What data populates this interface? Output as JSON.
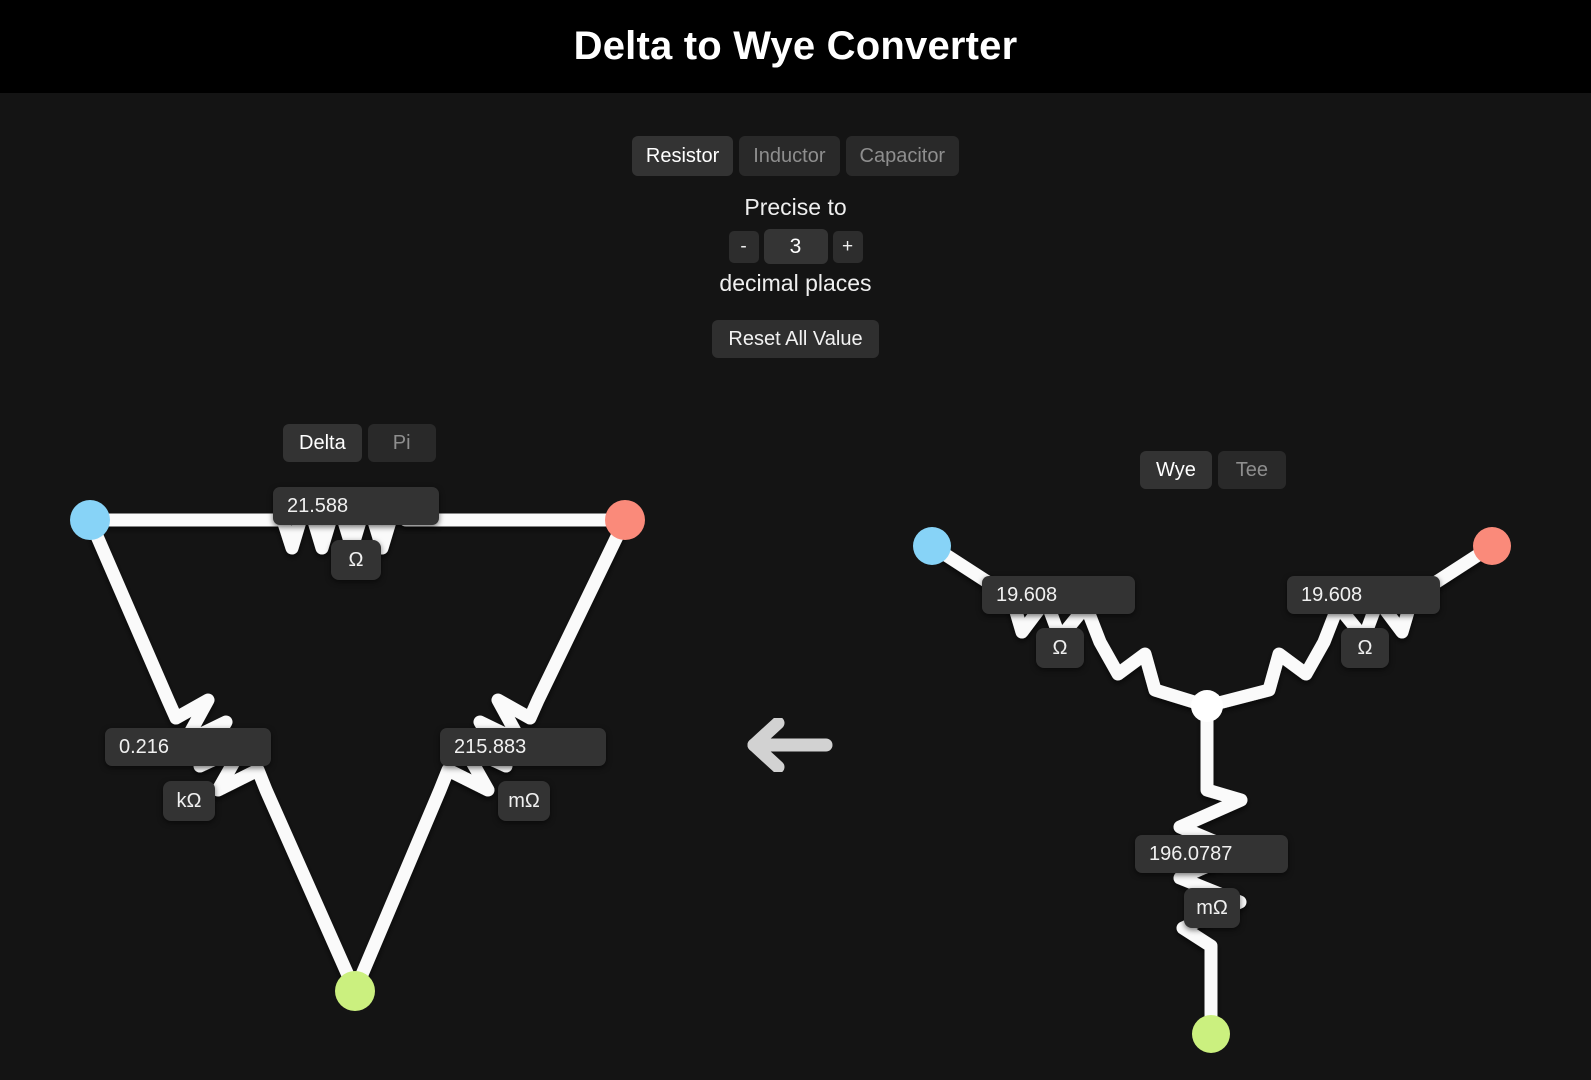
{
  "header": {
    "title": "Delta to Wye Converter"
  },
  "controls": {
    "component_tabs": [
      {
        "label": "Resistor",
        "active": true
      },
      {
        "label": "Inductor",
        "active": false
      },
      {
        "label": "Capacitor",
        "active": false
      }
    ],
    "precision": {
      "label_top": "Precise to",
      "label_bottom": "decimal places",
      "decrement": "-",
      "increment": "+",
      "value": "3"
    },
    "reset_label": "Reset All Value"
  },
  "left_network": {
    "tabs": [
      {
        "label": "Delta",
        "active": true
      },
      {
        "label": "Pi",
        "active": false
      }
    ],
    "nodes": [
      {
        "name": "node-a",
        "color": "#87d3f7"
      },
      {
        "name": "node-b",
        "color": "#fa8a7a"
      },
      {
        "name": "node-c",
        "color": "#cbf07f"
      }
    ],
    "resistors": [
      {
        "name": "delta-top",
        "value": "21.588",
        "unit": "Ω"
      },
      {
        "name": "delta-left",
        "value": "0.216",
        "unit": "kΩ"
      },
      {
        "name": "delta-right",
        "value": "215.883",
        "unit": "mΩ"
      }
    ]
  },
  "right_network": {
    "tabs": [
      {
        "label": "Wye",
        "active": true
      },
      {
        "label": "Tee",
        "active": false
      }
    ],
    "nodes": [
      {
        "name": "node-a",
        "color": "#87d3f7"
      },
      {
        "name": "node-b",
        "color": "#fa8a7a"
      },
      {
        "name": "node-c",
        "color": "#cbf07f"
      },
      {
        "name": "node-center",
        "color": "#ffffff"
      }
    ],
    "resistors": [
      {
        "name": "wye-left",
        "value": "19.608",
        "unit": "Ω"
      },
      {
        "name": "wye-right",
        "value": "19.608",
        "unit": "Ω"
      },
      {
        "name": "wye-bottom",
        "value": "196.0787",
        "unit": "mΩ"
      }
    ]
  },
  "direction_arrow": {
    "icon": "arrow-left-icon",
    "color": "#d2d2d2"
  },
  "colors": {
    "background": "#141414",
    "header_background": "#000000",
    "wire": "#fafafa",
    "chip_background": "#333333"
  },
  "chart_data": {
    "type": "diagram",
    "title": "Delta to Wye Converter",
    "delta": {
      "R_top": 21.588,
      "R_top_unit": "Ω",
      "R_left": 0.216,
      "R_left_unit": "kΩ",
      "R_right": 215.883,
      "R_right_unit": "mΩ"
    },
    "wye": {
      "R_left": 19.608,
      "R_left_unit": "Ω",
      "R_right": 19.608,
      "R_right_unit": "Ω",
      "R_bottom": 196.0787,
      "R_bottom_unit": "mΩ"
    }
  }
}
